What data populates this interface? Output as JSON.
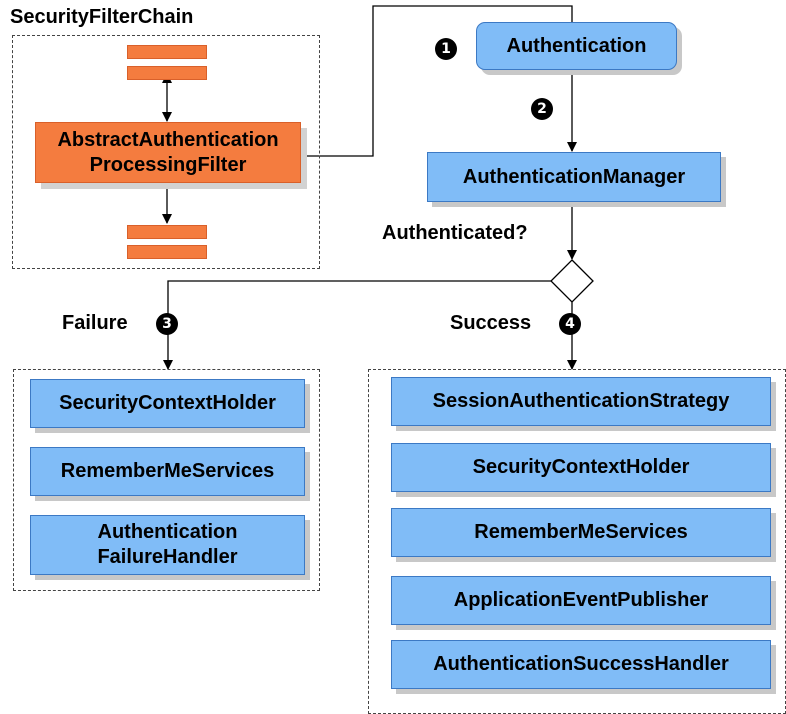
{
  "chain": {
    "title": "SecurityFilterChain",
    "filter_label": "AbstractAuthentication ProcessingFilter"
  },
  "top": {
    "authentication": "Authentication",
    "manager": "AuthenticationManager",
    "question": "Authenticated?"
  },
  "steps": {
    "one": "1",
    "two": "2",
    "three": "3",
    "four": "4"
  },
  "failure": {
    "label": "Failure",
    "items": [
      "SecurityContextHolder",
      "RememberMeServices",
      "Authentication FailureHandler"
    ]
  },
  "success": {
    "label": "Success",
    "items": [
      "SessionAuthenticationStrategy",
      "SecurityContextHolder",
      "RememberMeServices",
      "ApplicationEventPublisher",
      "AuthenticationSuccessHandler"
    ]
  },
  "colors": {
    "blue_fill": "#80bcf7",
    "blue_border": "#3c79c4",
    "orange_fill": "#f47c3f",
    "shadow": "#c8c8c8"
  }
}
